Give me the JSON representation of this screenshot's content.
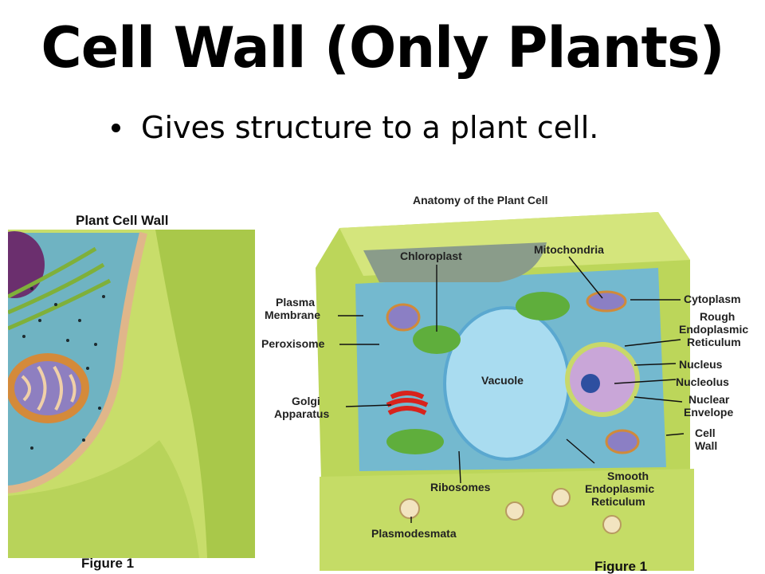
{
  "slide": {
    "title": "Cell Wall (Only Plants)",
    "bullet": "Gives structure to a plant cell."
  },
  "left_figure": {
    "title": "Plant Cell Wall",
    "caption": "Figure 1"
  },
  "right_figure": {
    "title": "Anatomy of the Plant Cell",
    "caption": "Figure 1",
    "labels": {
      "chloroplast": "Chloroplast",
      "mitochondria": "Mitochondria",
      "cytoplasm": "Cytoplasm",
      "rough_er_1": "Rough",
      "rough_er_2": "Endoplasmic",
      "rough_er_3": "Reticulum",
      "nucleus": "Nucleus",
      "nucleolus": "Nucleolus",
      "nuclear_envelope_1": "Nuclear",
      "nuclear_envelope_2": "Envelope",
      "cell_wall_1": "Cell",
      "cell_wall_2": "Wall",
      "plasma_membrane_1": "Plasma",
      "plasma_membrane_2": "Membrane",
      "peroxisome": "Peroxisome",
      "golgi_1": "Golgi",
      "golgi_2": "Apparatus",
      "vacuole": "Vacuole",
      "ribosomes": "Ribosomes",
      "smooth_er_1": "Smooth",
      "smooth_er_2": "Endoplasmic",
      "smooth_er_3": "Reticulum",
      "plasmodesmata": "Plasmodesmata"
    }
  }
}
